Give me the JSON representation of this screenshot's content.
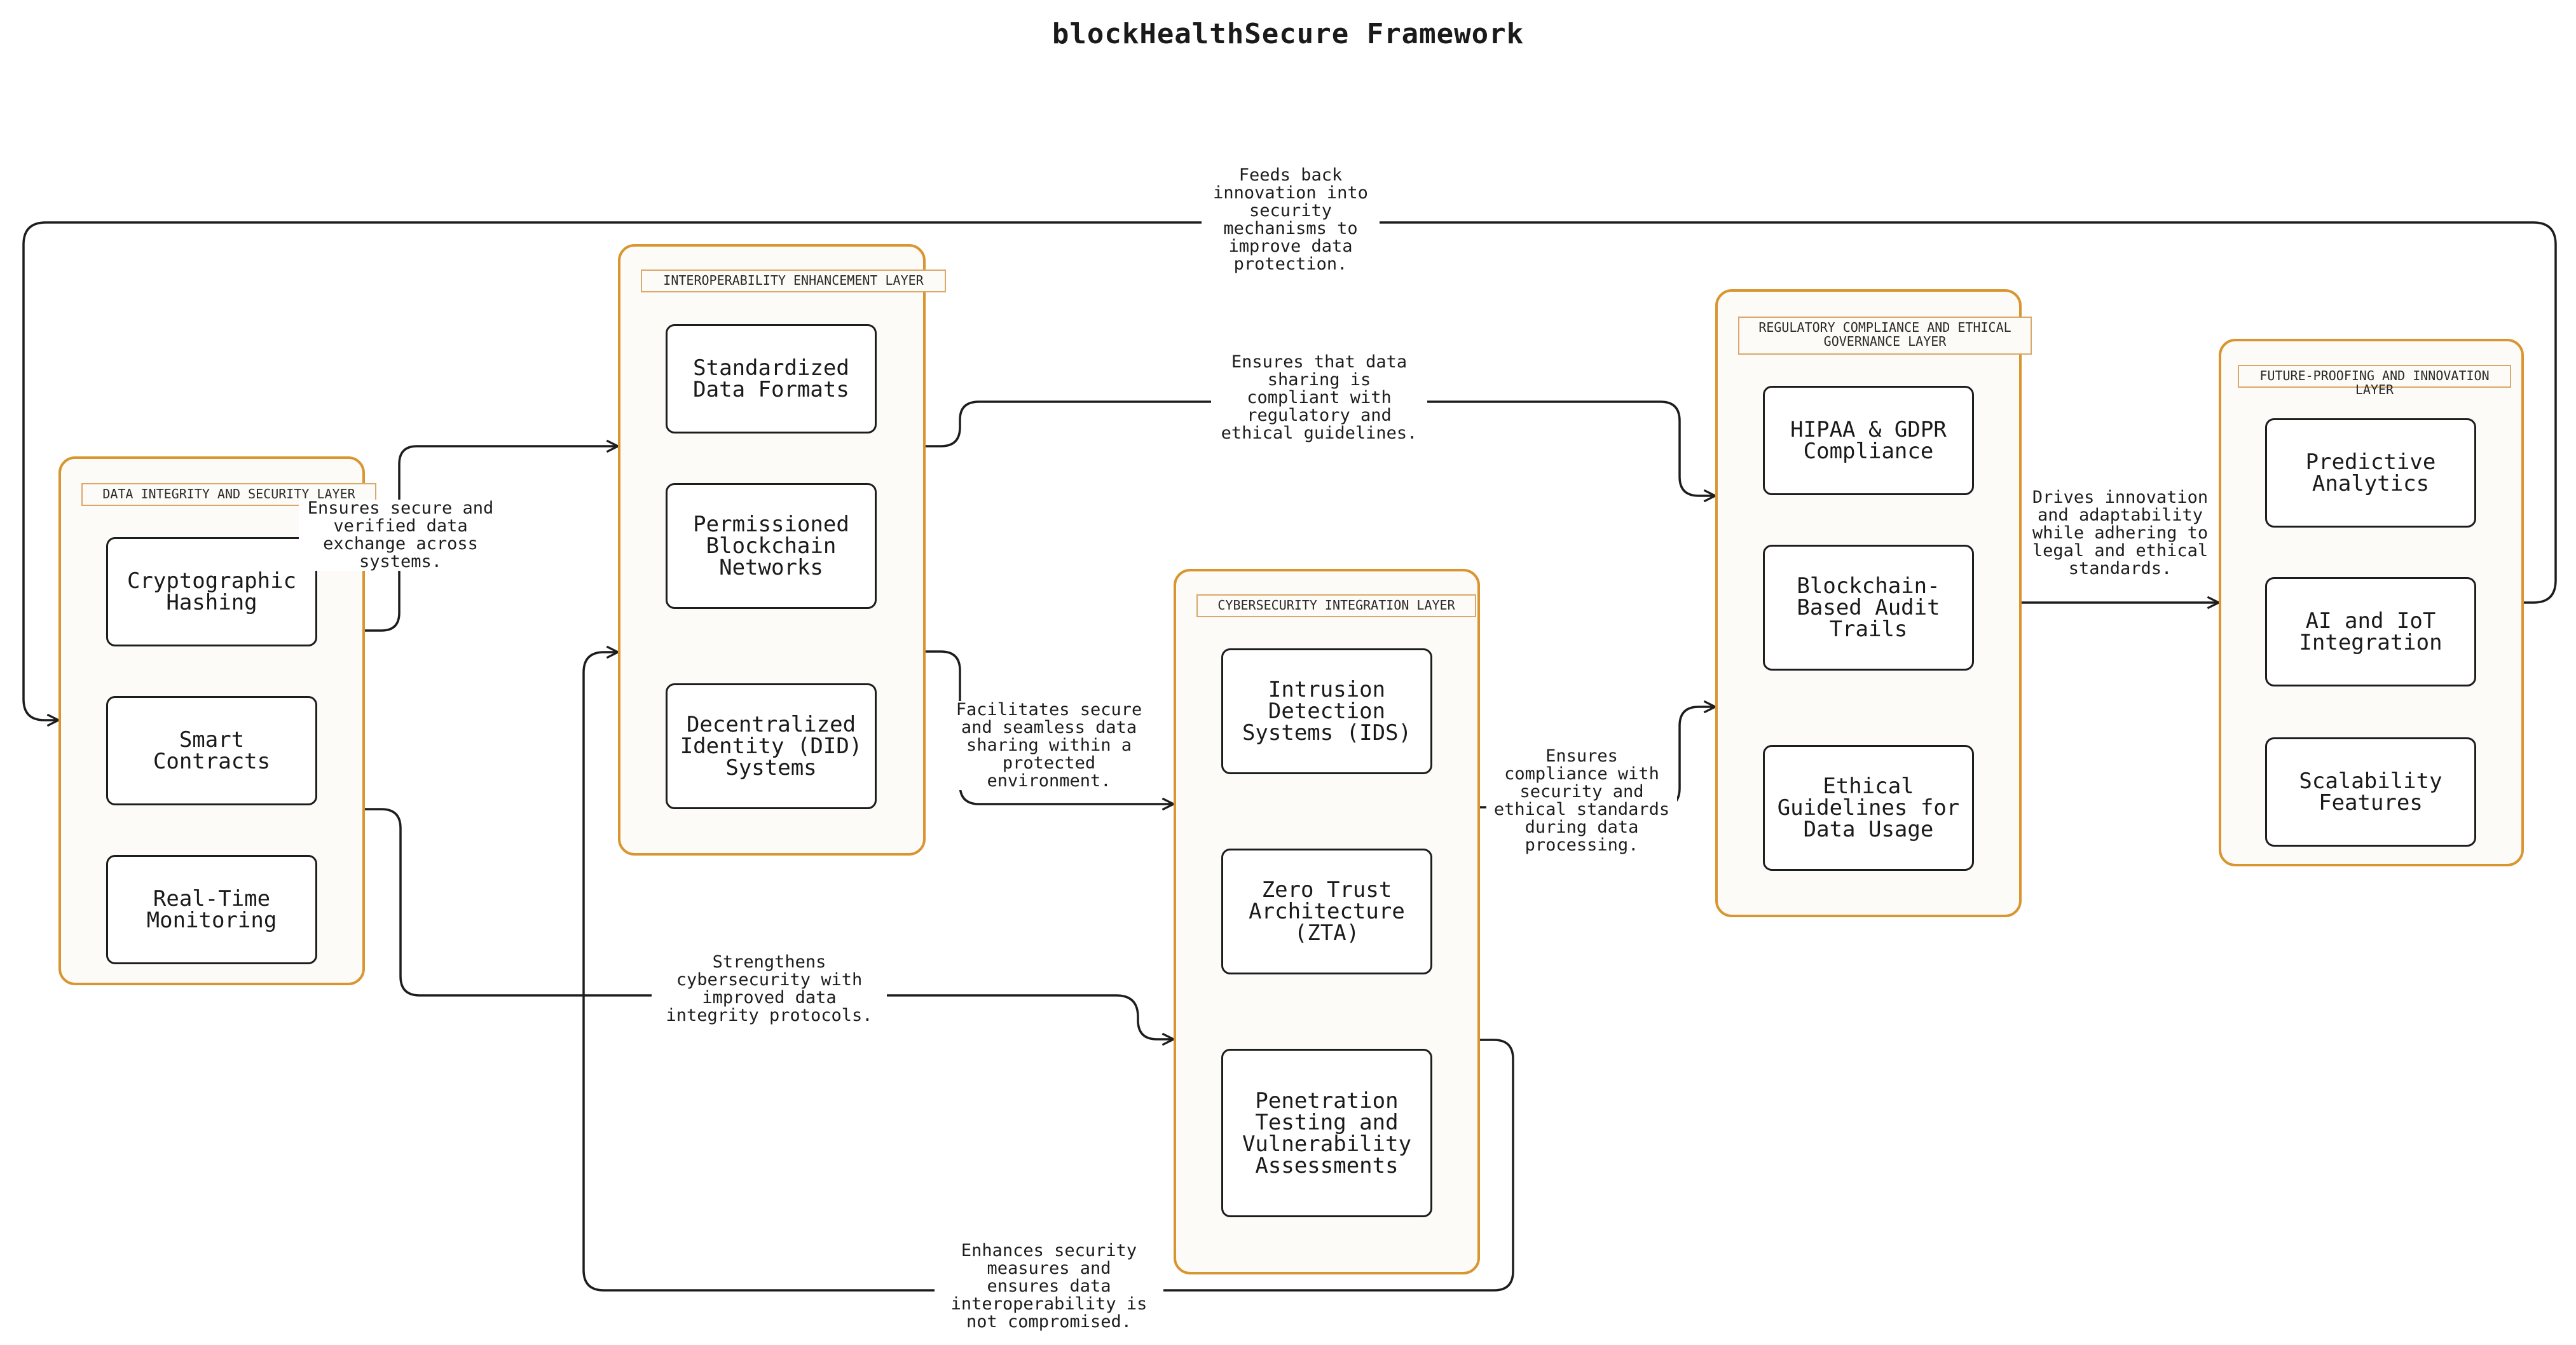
{
  "title": "blockHealthSecure Framework",
  "colors": {
    "layer_border": "#d9952f",
    "layer_fill": "#fdfbf7",
    "node_border": "#1d1d1d",
    "edge": "#1d1d1d"
  },
  "layers": {
    "data_integrity": {
      "label": "DATA INTEGRITY AND SECURITY LAYER",
      "items": [
        "Cryptographic\nHashing",
        "Smart\nContracts",
        "Real-Time\nMonitoring"
      ]
    },
    "interoperability": {
      "label": "INTEROPERABILITY ENHANCEMENT LAYER",
      "items": [
        "Standardized\nData Formats",
        "Permissioned\nBlockchain\nNetworks",
        "Decentralized\nIdentity (DID)\nSystems"
      ]
    },
    "cybersecurity": {
      "label": "CYBERSECURITY INTEGRATION LAYER",
      "items": [
        "Intrusion\nDetection\nSystems (IDS)",
        "Zero Trust\nArchitecture\n(ZTA)",
        "Penetration\nTesting and\nVulnerability\nAssessments"
      ]
    },
    "regulatory": {
      "label": "REGULATORY COMPLIANCE AND ETHICAL\nGOVERNANCE LAYER",
      "items": [
        "HIPAA & GDPR\nCompliance",
        "Blockchain-\nBased Audit\nTrails",
        "Ethical\nGuidelines for\nData Usage"
      ]
    },
    "future": {
      "label": "FUTURE-PROOFING AND INNOVATION LAYER",
      "items": [
        "Predictive\nAnalytics",
        "AI and IoT\nIntegration",
        "Scalability\nFeatures"
      ]
    }
  },
  "edges": {
    "feedback": "Feeds back\ninnovation into\nsecurity\nmechanisms to\nimprove data\nprotection.",
    "integrity_to_interop": "Ensures secure and\nverified data\nexchange across\nsystems.",
    "interop_to_regulatory": "Ensures that data\nsharing is\ncompliant with\nregulatory and\nethical guidelines.",
    "interop_to_cyber": "Facilitates secure\nand seamless data\nsharing within a\nprotected\nenvironment.",
    "integrity_to_cyber": "Strengthens\ncybersecurity with\nimproved data\nintegrity protocols.",
    "cyber_to_regulatory": "Ensures\ncompliance with\nsecurity and\nethical standards\nduring data\nprocessing.",
    "regulatory_to_future": "Drives innovation\nand adaptability\nwhile adhering to\nlegal and ethical\nstandards.",
    "cyber_to_interop": "Enhances security\nmeasures and\nensures data\ninteroperability is\nnot compromised."
  }
}
